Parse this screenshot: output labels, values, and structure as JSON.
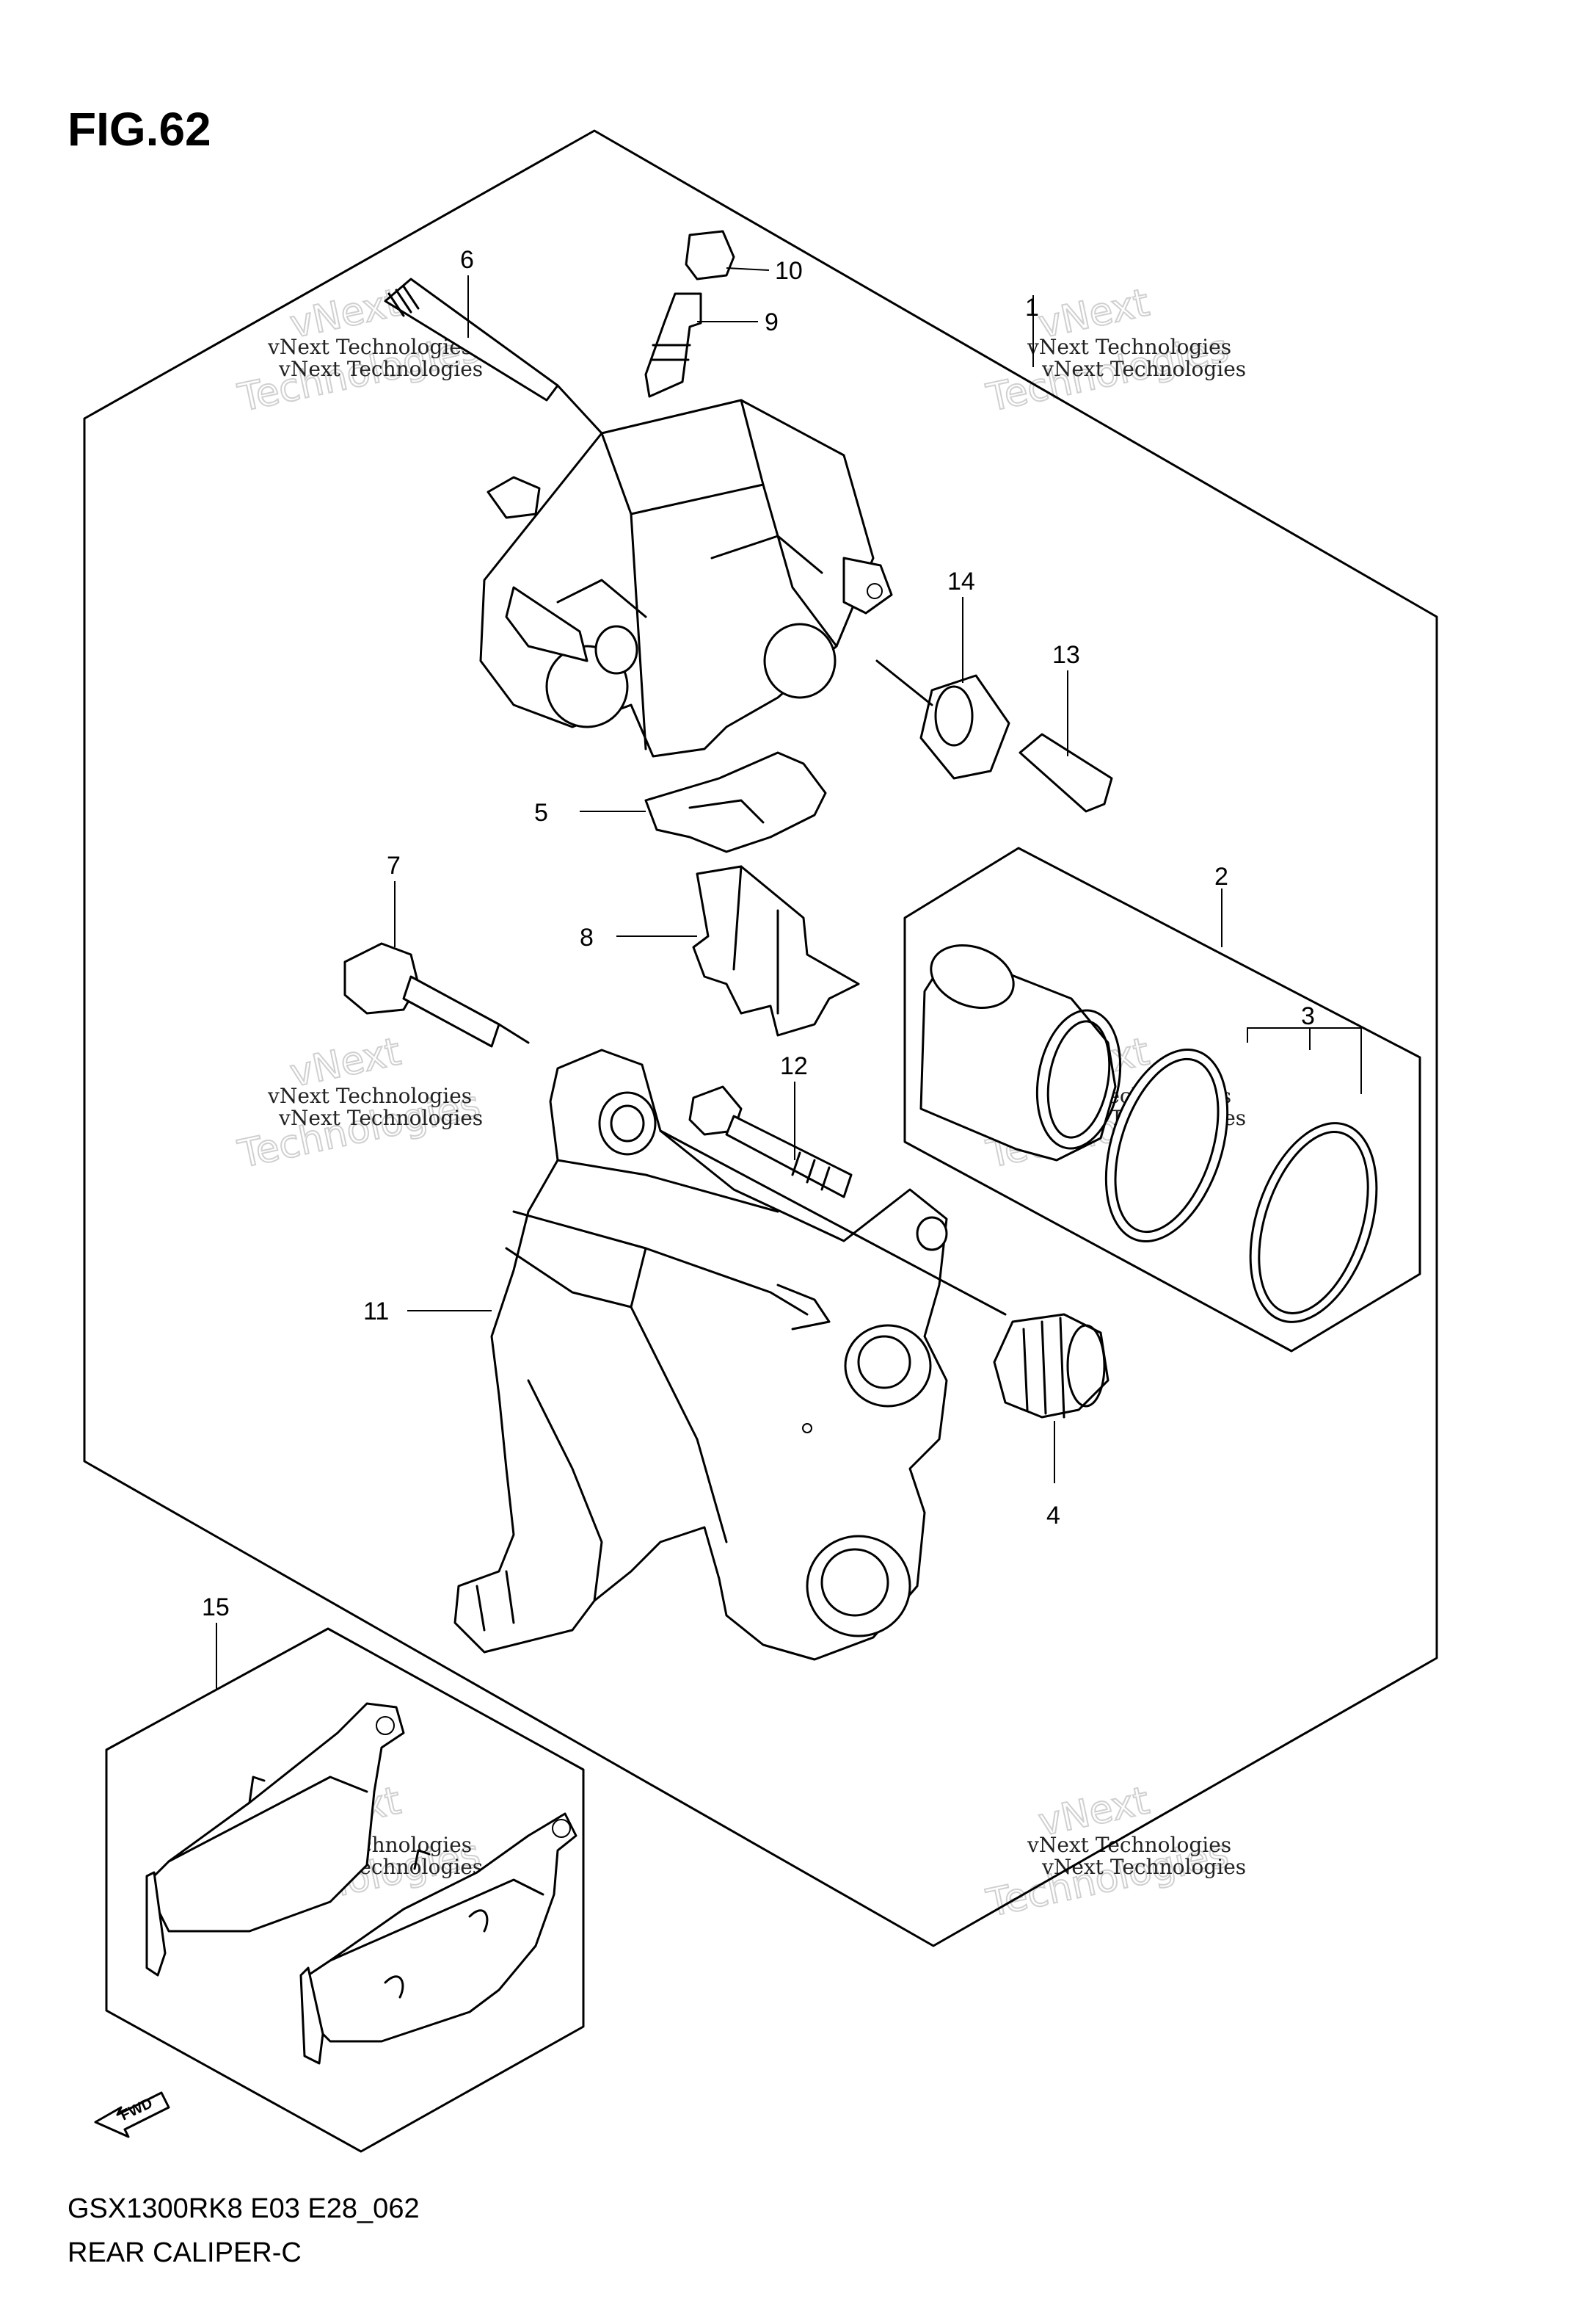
{
  "figure": {
    "title": "FIG.62",
    "model_code": "GSX1300RK8 E03 E28_062",
    "caption": "REAR CALIPER-C",
    "fwd_label": "FWD"
  },
  "watermark": {
    "small": "vNext Technologies",
    "big_top": "vNext",
    "big_bottom": "Technologies"
  },
  "callouts": [
    {
      "id": "1",
      "part": "caliper-assembly"
    },
    {
      "id": "2",
      "part": "piston-set"
    },
    {
      "id": "3",
      "part": "seal-set"
    },
    {
      "id": "4",
      "part": "boot"
    },
    {
      "id": "5",
      "part": "pad-spring"
    },
    {
      "id": "6",
      "part": "pad-pin"
    },
    {
      "id": "7",
      "part": "bolt"
    },
    {
      "id": "8",
      "part": "retainer"
    },
    {
      "id": "9",
      "part": "bleeder-valve"
    },
    {
      "id": "10",
      "part": "bleeder-cap"
    },
    {
      "id": "11",
      "part": "caliper-bracket"
    },
    {
      "id": "12",
      "part": "bracket-pin"
    },
    {
      "id": "13",
      "part": "slide-pin"
    },
    {
      "id": "14",
      "part": "slide-boot"
    },
    {
      "id": "15",
      "part": "brake-pad-set"
    }
  ]
}
